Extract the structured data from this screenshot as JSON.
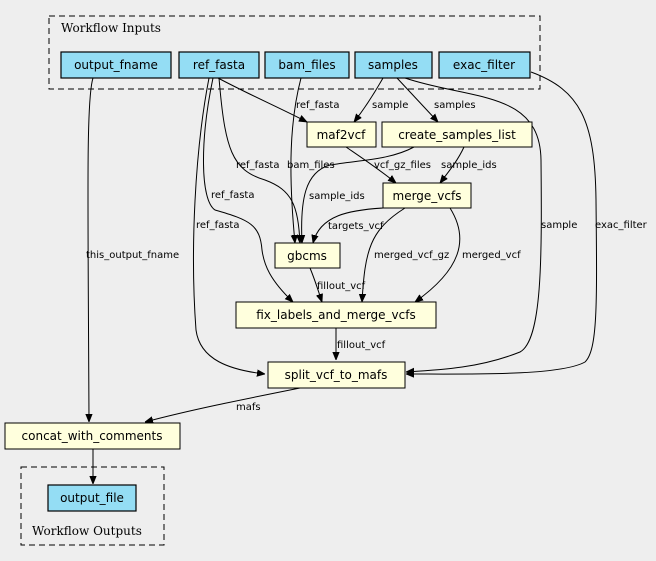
{
  "clusters": {
    "inputs": "Workflow Inputs",
    "outputs": "Workflow Outputs"
  },
  "inputs": {
    "output_fname": "output_fname",
    "ref_fasta": "ref_fasta",
    "bam_files": "bam_files",
    "samples": "samples",
    "exac_filter": "exac_filter"
  },
  "steps": {
    "maf2vcf": "maf2vcf",
    "create_samples_list": "create_samples_list",
    "merge_vcfs": "merge_vcfs",
    "gbcms": "gbcms",
    "fix_labels_and_merge_vcfs": "fix_labels_and_merge_vcfs",
    "split_vcf_to_mafs": "split_vcf_to_mafs",
    "concat_with_comments": "concat_with_comments"
  },
  "outputs": {
    "output_file": "output_file"
  },
  "edge_labels": {
    "ref_fasta_maf2vcf": "ref_fasta",
    "sample_maf2vcf": "sample",
    "samples_create": "samples",
    "ref_fasta_gbcms": "ref_fasta",
    "bam_files_gbcms": "bam_files",
    "vcf_gz_files": "vcf_gz_files",
    "sample_ids_merge": "sample_ids",
    "sample_ids_gbcms": "sample_ids",
    "ref_fasta_fix": "ref_fasta",
    "targets_vcf": "targets_vcf",
    "ref_fasta_split": "ref_fasta",
    "merged_vcf_gz": "merged_vcf_gz",
    "merged_vcf": "merged_vcf",
    "sample_split": "sample",
    "exac_filter_split": "exac_filter",
    "this_output_fname": "this_output_fname",
    "fillout_vcf_gbcms": "fillout_vcf",
    "fillout_vcf_fix": "fillout_vcf",
    "mafs": "mafs"
  }
}
